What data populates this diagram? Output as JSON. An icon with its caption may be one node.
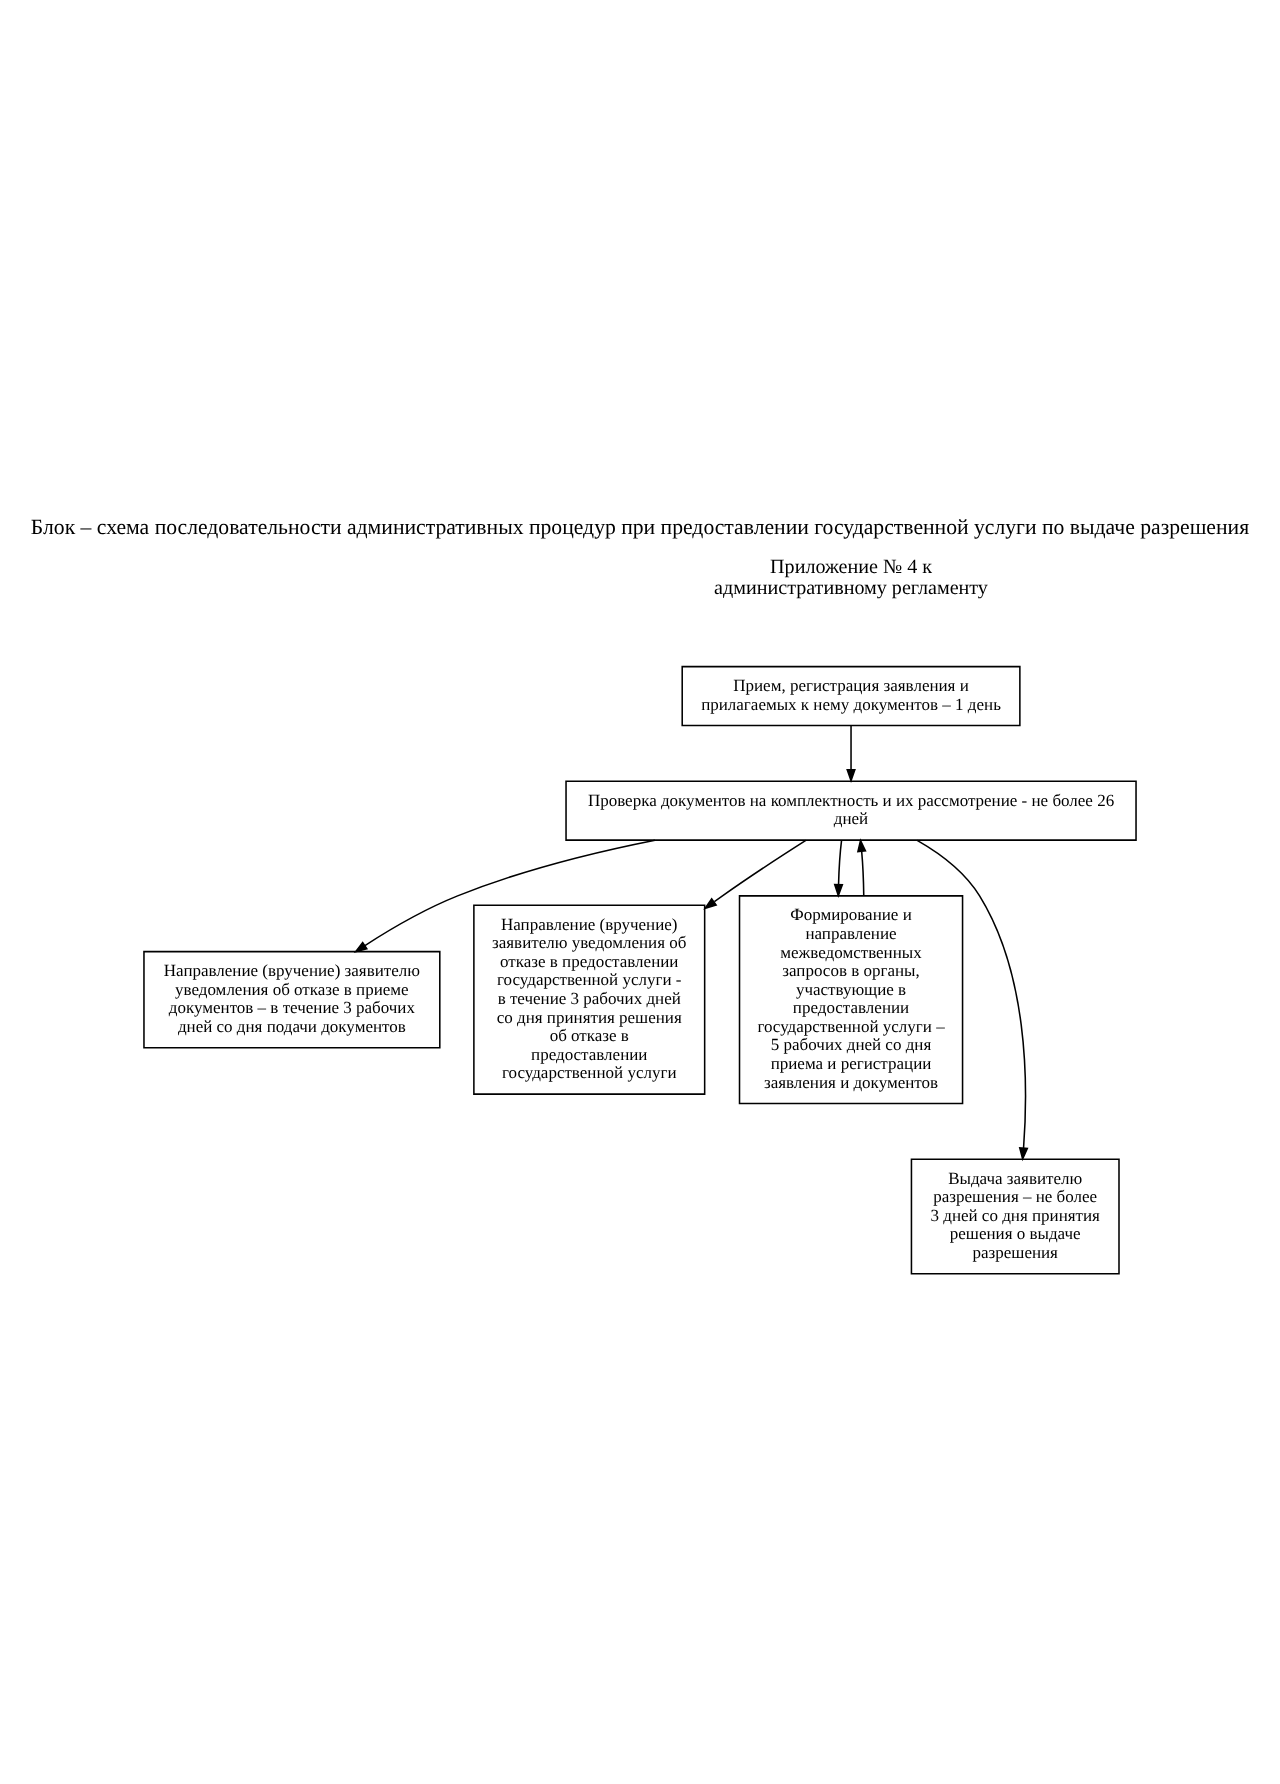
{
  "diagram": {
    "title": "Блок – схема последовательности административных процедур при предоставлении государственной услуги по выдаче разрешения",
    "nodes": [
      {
        "text": [
          "Прием, регистрация заявления и прилагаемых к нему документов – 1 день"
        ]
      },
      {
        "text": [
          "Проверка документов на комплектность и их рассмотрение - не более 26 дней"
        ]
      },
      {
        "text": [
          "Направление (вручение) заявителю уведомления об отказе в приеме документов – в течение 3 рабочих дней со дня подачи документов"
        ]
      },
      {
        "text": [
          "Направление (вручение) заявителю уведомления об отказе в предоставлении государственной услуги - в течение 3 рабочих дней со дня принятия решения об отказе в предоставлении государственной услуги"
        ]
      },
      {
        "text": [
          "Формирование и направление межведомственных запросов в органы, участвующие в предоставлении государственной услуги – 5 рабочих дней со дня приема и регистрации заявления и документов"
        ]
      },
      {
        "text": [
          "Выдача заявителю разрешения – не более 3 дней со дня принятия решения о выдаче разрешения"
        ]
      }
    ],
    "edges": [
      {
        "from": 0,
        "to": 1,
        "arrow": "to"
      },
      {
        "from": 1,
        "to": 2,
        "arrow": "to"
      },
      {
        "from": 1,
        "to": 3,
        "arrow": "to"
      },
      {
        "from": 1,
        "to": 5,
        "arrow": "to"
      },
      {
        "from": 4,
        "to": 1,
        "arrow": "to"
      },
      {
        "from": 1,
        "to": 4,
        "arrow": "to"
      }
    ],
    "labels": [
      "Приложение № 4 к административному регламенту"
    ]
  }
}
